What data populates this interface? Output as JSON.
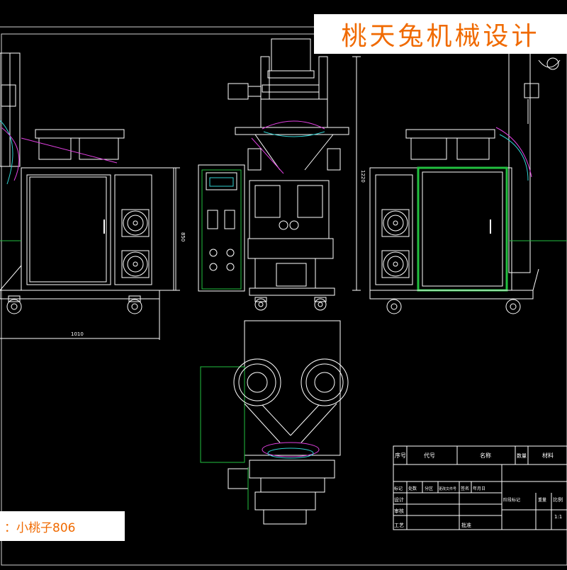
{
  "banner": {
    "text": "桃天兔机械设计"
  },
  "watermark": {
    "text": "：小桃子806"
  },
  "dimensions": {
    "width_front": "1010",
    "height_side": "850",
    "height_front": "1220"
  },
  "title_block": {
    "headers": [
      "序号",
      "代号",
      "名称",
      "数量",
      "材料"
    ],
    "row_revision": [
      "标记",
      "处数",
      "分区",
      "更改文件号",
      "签名",
      "年月日"
    ],
    "design": "设计",
    "review": "审核",
    "process": "工艺",
    "approve": "批准",
    "stage_mark": "阶段标记",
    "weight": "重量",
    "ratio": "比例",
    "scale": "1:1"
  },
  "colors": {
    "background": "#000000",
    "lines": "#ffffff",
    "frame": "#22c040",
    "accent": "#e040e0",
    "aux": "#30d0d0",
    "banner_text": "#f06a00"
  }
}
